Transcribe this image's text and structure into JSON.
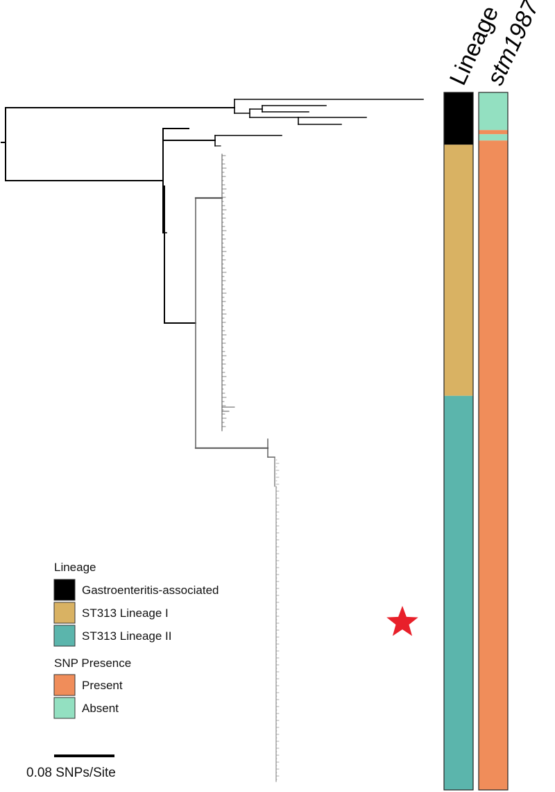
{
  "columns": {
    "lineage_title": "Lineage",
    "snp_title": "stm1987"
  },
  "lineage_bar": [
    {
      "lineage": "Gastroenteritis-associated",
      "fraction": 0.075
    },
    {
      "lineage": "ST313 Lineage I",
      "fraction": 0.36
    },
    {
      "lineage": "ST313 Lineage II",
      "fraction": 0.565
    }
  ],
  "snp_bar": [
    {
      "state": "Absent",
      "fraction": 0.054
    },
    {
      "state": "Present",
      "fraction": 0.006
    },
    {
      "state": "Absent",
      "fraction": 0.009
    },
    {
      "state": "Present",
      "fraction": 0.931
    }
  ],
  "legend": {
    "lineage_heading": "Lineage",
    "lineage_items": [
      {
        "label": "Gastroenteritis-associated",
        "color": "#000000"
      },
      {
        "label": "ST313 Lineage I",
        "color": "#D9B263"
      },
      {
        "label": "ST313 Lineage II",
        "color": "#5BB5AC"
      }
    ],
    "snp_heading": "SNP Presence",
    "snp_items": [
      {
        "label": "Present",
        "color": "#F08D5A"
      },
      {
        "label": "Absent",
        "color": "#93E0C1"
      }
    ]
  },
  "scale_bar": {
    "label": "0.08 SNPs/Site"
  },
  "colors": {
    "tree_dark": "#000000",
    "tree_grey": "#666666",
    "star": "#E8202A"
  },
  "marker_icon": "red-star-icon"
}
